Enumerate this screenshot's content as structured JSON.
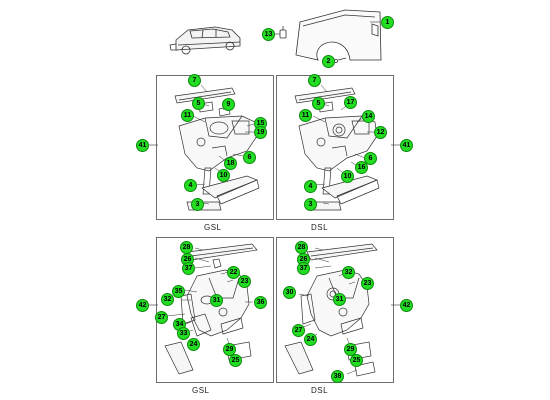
{
  "colors": {
    "callout_fill": "#22dd22",
    "callout_border": "#0a8a0a",
    "frame": "#6e6e6e",
    "line_art": "#333333"
  },
  "overview": {
    "car_icon": "suv-vehicle-icon",
    "callouts": [
      "1",
      "2",
      "13"
    ]
  },
  "panels": {
    "gsl_top": {
      "caption": "GSL",
      "callouts": [
        "7",
        "5",
        "9",
        "11",
        "15",
        "19",
        "6",
        "18",
        "10",
        "4",
        "3"
      ],
      "side_callout": "41"
    },
    "dsl_top": {
      "caption": "DSL",
      "callouts": [
        "7",
        "5",
        "17",
        "11",
        "14",
        "12",
        "6",
        "16",
        "10",
        "4",
        "3"
      ],
      "side_callout": "41"
    },
    "gsl_bottom": {
      "caption": "GSL",
      "callouts": [
        "28",
        "26",
        "37",
        "22",
        "23",
        "35",
        "32",
        "31",
        "36",
        "27",
        "34",
        "33",
        "24",
        "29",
        "25"
      ],
      "side_callout": "42"
    },
    "dsl_bottom": {
      "caption": "DSL",
      "callouts": [
        "28",
        "26",
        "37",
        "32",
        "23",
        "30",
        "31",
        "27",
        "24",
        "29",
        "25",
        "38"
      ],
      "side_callout": "42"
    }
  }
}
